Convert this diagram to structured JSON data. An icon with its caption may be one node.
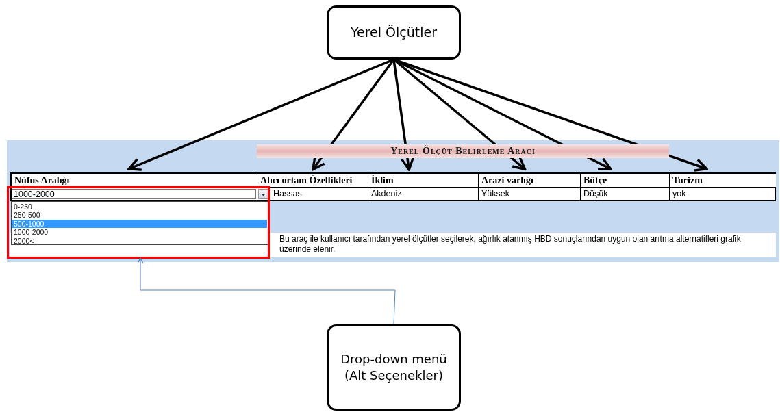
{
  "diagram": {
    "nodes": [
      {
        "text": [
          "Yerel Ölçütler"
        ]
      },
      {
        "text": [
          "Nüfus Aralığı"
        ]
      },
      {
        "text": [
          "Alıcı ortam Özellikleri"
        ]
      },
      {
        "text": [
          "İklim"
        ]
      },
      {
        "text": [
          "Arazi varlığı"
        ]
      },
      {
        "text": [
          "Bütçe"
        ]
      },
      {
        "text": [
          "Turizm"
        ]
      },
      {
        "text": [],
        "shape": "box"
      },
      {
        "text": [
          "Drop-down menü (Alt Seçenekler)"
        ]
      }
    ],
    "edges": [
      {
        "from": 0,
        "to": 1,
        "arrow": "to"
      },
      {
        "from": 0,
        "to": 2,
        "arrow": "to"
      },
      {
        "from": 0,
        "to": 3,
        "arrow": "to"
      },
      {
        "from": 0,
        "to": 4,
        "arrow": "to"
      },
      {
        "from": 0,
        "to": 5,
        "arrow": "to"
      },
      {
        "from": 0,
        "to": 6,
        "arrow": "to"
      },
      {
        "from": 8,
        "to": 7,
        "arrow": "to",
        "color": "#4f81bd"
      }
    ],
    "labels": [
      "Yerel Ölçüt Belirleme Aracı",
      "1000-2000",
      "0-250",
      "250-500",
      "500-1000",
      "1000-2000",
      "2000<",
      "Hassas",
      "Akdeniz",
      "Yüksek",
      "Düşük",
      "yok",
      "Bu araç ile kullanıcı tarafından yerel ölçütler seçilerek, ağırlık atanmış HBD sonuçlarından uygun olan arıtma alternatifleri grafik üzerinde elenir."
    ]
  }
}
